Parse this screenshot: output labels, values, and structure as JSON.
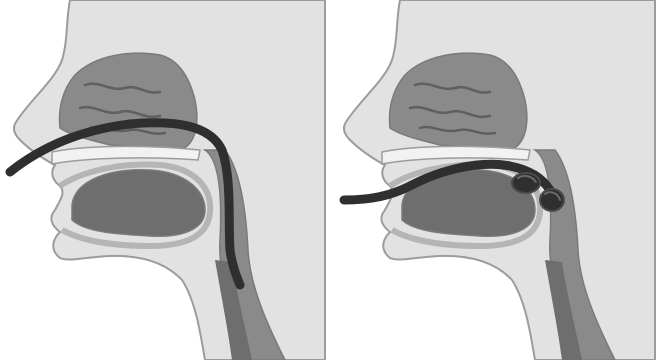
{
  "colors": {
    "background": "#ffffff",
    "skin": "#e2e2e2",
    "outline": "#9c9c9c",
    "tissue": "#8a8a8a",
    "tissue_dark": "#6e6e6e",
    "cavity_light": "#d0d0d0",
    "tube": "#2f2f2f",
    "tube_highlight": "#4a4a4a"
  },
  "panels": [
    {
      "id": "left",
      "device": "nasogastric-tube",
      "route": "nasal"
    },
    {
      "id": "right",
      "device": "oral-tube-with-cuffs",
      "route": "oral"
    }
  ]
}
